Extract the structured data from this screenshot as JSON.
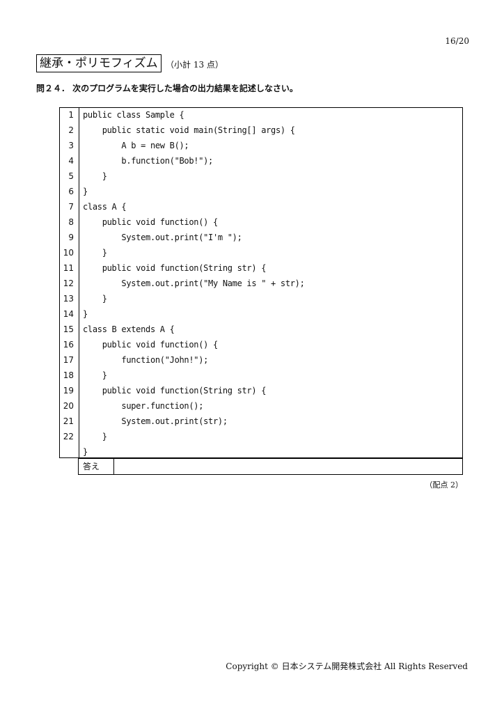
{
  "page_number": "16/20",
  "section": {
    "title": "継承・ポリモフィズム",
    "subtotal": "（小計 13 点）"
  },
  "question": "問２４． 次のプログラムを実行した場合の出力結果を記述しなさい。",
  "code_lines": [
    {
      "num": "1",
      "text": "public class Sample {"
    },
    {
      "num": "2",
      "text": "    public static void main(String[] args) {"
    },
    {
      "num": "3",
      "text": "        A b = new B();"
    },
    {
      "num": "4",
      "text": "        b.function(\"Bob!\");"
    },
    {
      "num": "5",
      "text": "    }"
    },
    {
      "num": "6",
      "text": "}"
    },
    {
      "num": "7",
      "text": "class A {"
    },
    {
      "num": "8",
      "text": "    public void function() {"
    },
    {
      "num": "9",
      "text": "        System.out.print(\"I'm \");"
    },
    {
      "num": "10",
      "text": "    }"
    },
    {
      "num": "11",
      "text": "    public void function(String str) {"
    },
    {
      "num": "12",
      "text": "        System.out.print(\"My Name is \" + str);"
    },
    {
      "num": "13",
      "text": "    }"
    },
    {
      "num": "14",
      "text": "}"
    },
    {
      "num": "15",
      "text": "class B extends A {"
    },
    {
      "num": "16",
      "text": "    public void function() {"
    },
    {
      "num": "17",
      "text": "        function(\"John!\");"
    },
    {
      "num": "18",
      "text": "    }"
    },
    {
      "num": "19",
      "text": "    public void function(String str) {"
    },
    {
      "num": "20",
      "text": "        super.function();"
    },
    {
      "num": "21",
      "text": "        System.out.print(str);"
    },
    {
      "num": "22",
      "text": "    }"
    },
    {
      "num": "",
      "text": "}"
    }
  ],
  "answer": {
    "label": "答え",
    "value": ""
  },
  "points": "（配点 2）",
  "copyright": "Copyright © 日本システム開発株式会社 All Rights Reserved"
}
